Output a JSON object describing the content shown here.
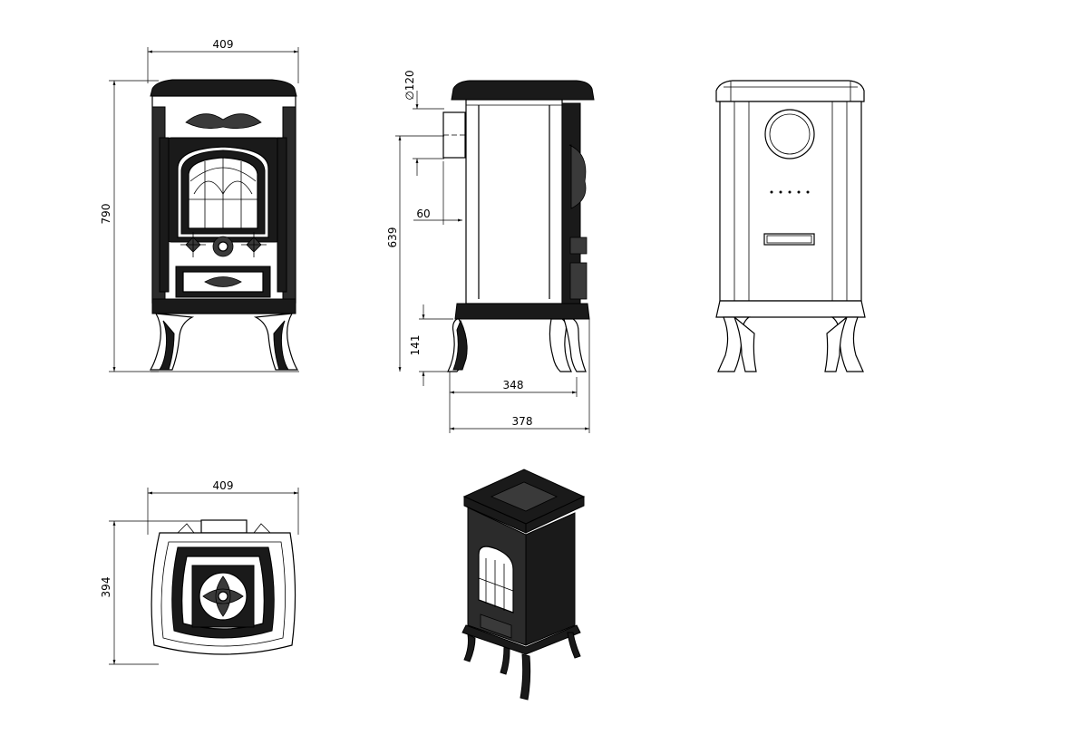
{
  "dimensions": {
    "front_width": "409",
    "front_height": "790",
    "flue_diameter": "∅120",
    "flue_offset": "60",
    "flue_height": "639",
    "leg_height": "141",
    "base_depth": "348",
    "overall_depth": "378",
    "top_width": "409",
    "top_depth": "394"
  }
}
